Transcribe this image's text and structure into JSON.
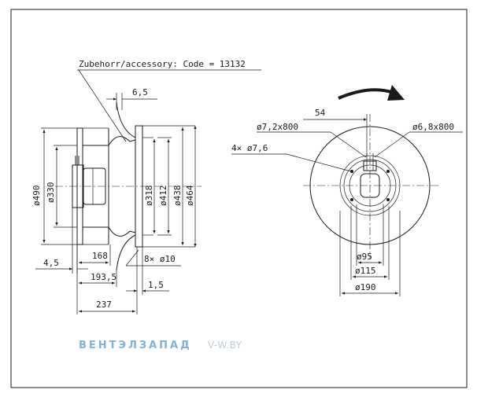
{
  "note": "Zubehorr/accessory: Code = 13132",
  "dims": {
    "d490": "ø490",
    "d330": "ø330",
    "d318": "ø318",
    "d412": "ø412",
    "d438": "ø438",
    "d464": "ø464",
    "w6_5": "6,5",
    "w4_5": "4,5",
    "w168": "168",
    "w193_5": "193,5",
    "w237": "237",
    "w1_5": "1,5",
    "holes8": "8× ø10",
    "w54": "54",
    "h7_2": "ø7,2x800",
    "h6_8": "ø6,8x800",
    "holes4": "4× ø7,6",
    "d95": "ø95",
    "d115": "ø115",
    "d190": "ø190"
  },
  "brand": {
    "name": "ВЕНТЭЛЗАПАД",
    "site": "V-W.BY",
    "color_a": "#7fb4d6",
    "color_b": "#b9cfe0"
  }
}
